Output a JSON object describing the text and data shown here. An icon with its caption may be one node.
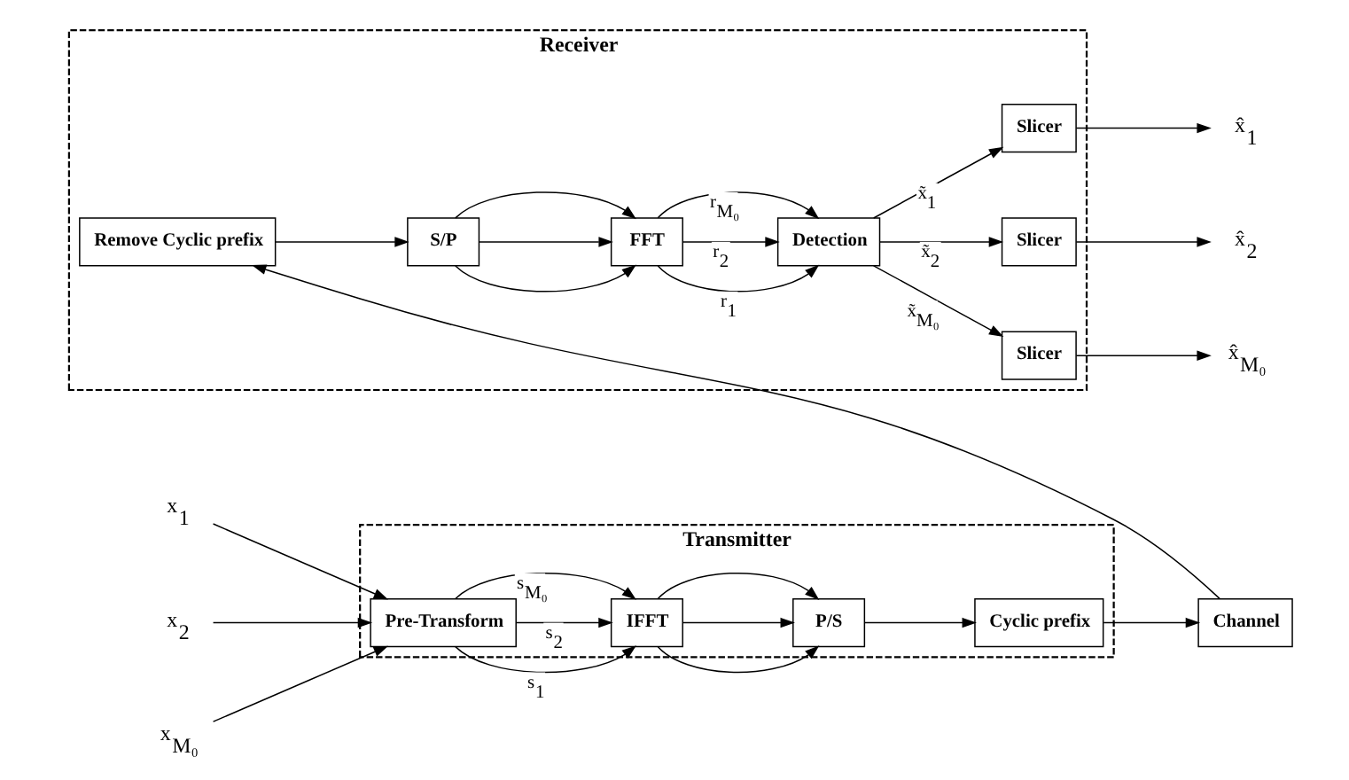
{
  "diagram": {
    "nodes": [
      {
        "text": [
          "Transmitter"
        ]
      },
      {
        "text": [
          "Pre-Transform"
        ],
        "in": 0
      },
      {
        "text": [
          "IFFT"
        ],
        "in": 0
      },
      {
        "text": [
          "P/S"
        ],
        "in": 0
      },
      {
        "text": [
          "Cyclic prefix"
        ],
        "in": 0
      },
      {
        "text": [
          "Channel"
        ]
      },
      {
        "text": [
          "Receiver"
        ]
      },
      {
        "text": [
          "Remove Cyclic prefix"
        ],
        "in": 6
      },
      {
        "text": [
          "S/P"
        ],
        "in": 6
      },
      {
        "text": [
          "FFT"
        ],
        "in": 6
      },
      {
        "text": [
          "Detection"
        ],
        "in": 6
      },
      {
        "text": [
          "Slicer"
        ],
        "in": 6
      },
      {
        "text": [
          "Slicer"
        ],
        "in": 6
      },
      {
        "text": [
          "Slicer"
        ],
        "in": 6
      },
      {
        "text": [
          "x$_{1}$"
        ]
      },
      {
        "text": [
          "x$_{2}$"
        ]
      },
      {
        "text": [
          "x$_{M₀}$"
        ]
      },
      {
        "text": [
          "x̂$_{1}$"
        ]
      },
      {
        "text": [
          "x̂$_{2}$"
        ]
      },
      {
        "text": [
          "x̂$_{M₀}$"
        ]
      }
    ],
    "edges": [
      {
        "from": 14,
        "to": 1,
        "arrow": "to"
      },
      {
        "from": 15,
        "to": 1,
        "arrow": "to"
      },
      {
        "from": 16,
        "to": 1,
        "arrow": "to"
      },
      {
        "from": 1,
        "to": 2,
        "arrow": "to",
        "label": "s$_{1}$"
      },
      {
        "from": 1,
        "to": 2,
        "arrow": "to",
        "label": "s$_{2}$"
      },
      {
        "from": 1,
        "to": 2,
        "arrow": "to",
        "label": "s$_{M₀}$"
      },
      {
        "from": 2,
        "to": 3,
        "arrow": "to"
      },
      {
        "from": 2,
        "to": 3,
        "arrow": "to"
      },
      {
        "from": 2,
        "to": 3,
        "arrow": "to"
      },
      {
        "from": 3,
        "to": 4,
        "arrow": "to"
      },
      {
        "from": 4,
        "to": 5,
        "arrow": "to"
      },
      {
        "from": 5,
        "to": 7,
        "arrow": "to"
      },
      {
        "from": 7,
        "to": 8,
        "arrow": "to"
      },
      {
        "from": 8,
        "to": 9,
        "arrow": "to"
      },
      {
        "from": 8,
        "to": 9,
        "arrow": "to"
      },
      {
        "from": 8,
        "to": 9,
        "arrow": "to"
      },
      {
        "from": 9,
        "to": 10,
        "arrow": "to",
        "label": "r$_{1}$"
      },
      {
        "from": 9,
        "to": 10,
        "arrow": "to",
        "label": "r$_{2}$"
      },
      {
        "from": 9,
        "to": 10,
        "arrow": "to",
        "label": "r$_{M₀}$"
      },
      {
        "from": 10,
        "to": 11,
        "arrow": "to",
        "label": "x̃$_{1}$"
      },
      {
        "from": 10,
        "to": 12,
        "arrow": "to",
        "label": "x̃$_{2}$"
      },
      {
        "from": 10,
        "to": 13,
        "arrow": "to",
        "label": "x̃$_{M₀}$"
      },
      {
        "from": 11,
        "to": 17,
        "arrow": "to"
      },
      {
        "from": 12,
        "to": 18,
        "arrow": "to"
      },
      {
        "from": 13,
        "to": 19,
        "arrow": "to"
      }
    ]
  }
}
